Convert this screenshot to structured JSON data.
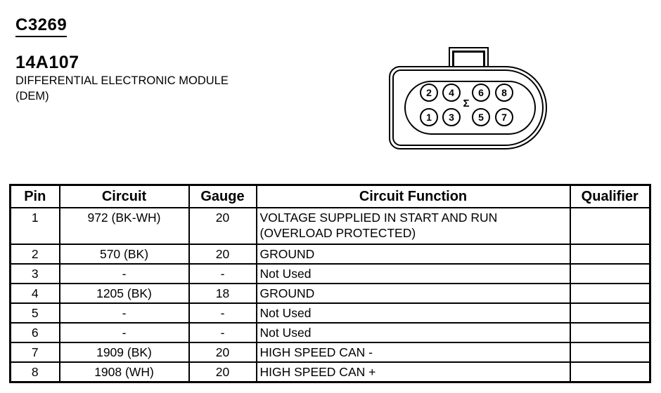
{
  "page": {
    "connector_id": "C3269",
    "part_number": "14A107",
    "description_line1": "DIFFERENTIAL ELECTRONIC MODULE",
    "description_line2": "(DEM)"
  },
  "connector": {
    "sigma_symbol": "Σ",
    "pins_top": [
      "2",
      "4",
      "6",
      "8"
    ],
    "pins_bottom": [
      "1",
      "3",
      "5",
      "7"
    ]
  },
  "pin_table": {
    "headers": {
      "pin": "Pin",
      "circuit": "Circuit",
      "gauge": "Gauge",
      "function": "Circuit Function",
      "qualifier": "Qualifier"
    },
    "rows": [
      {
        "pin": "1",
        "circuit": "972 (BK-WH)",
        "gauge": "20",
        "function": "VOLTAGE SUPPLIED IN START AND RUN\n(OVERLOAD PROTECTED)",
        "qualifier": ""
      },
      {
        "pin": "2",
        "circuit": "570 (BK)",
        "gauge": "20",
        "function": "GROUND",
        "qualifier": ""
      },
      {
        "pin": "3",
        "circuit": "-",
        "gauge": "-",
        "function": "Not Used",
        "qualifier": ""
      },
      {
        "pin": "4",
        "circuit": "1205 (BK)",
        "gauge": "18",
        "function": "GROUND",
        "qualifier": ""
      },
      {
        "pin": "5",
        "circuit": "-",
        "gauge": "-",
        "function": "Not Used",
        "qualifier": ""
      },
      {
        "pin": "6",
        "circuit": "-",
        "gauge": "-",
        "function": "Not Used",
        "qualifier": ""
      },
      {
        "pin": "7",
        "circuit": "1909 (BK)",
        "gauge": "20",
        "function": "HIGH SPEED CAN -",
        "qualifier": ""
      },
      {
        "pin": "8",
        "circuit": "1908 (WH)",
        "gauge": "20",
        "function": "HIGH SPEED CAN +",
        "qualifier": ""
      }
    ]
  },
  "colors": {
    "ink": "#000000",
    "paper": "#ffffff"
  }
}
